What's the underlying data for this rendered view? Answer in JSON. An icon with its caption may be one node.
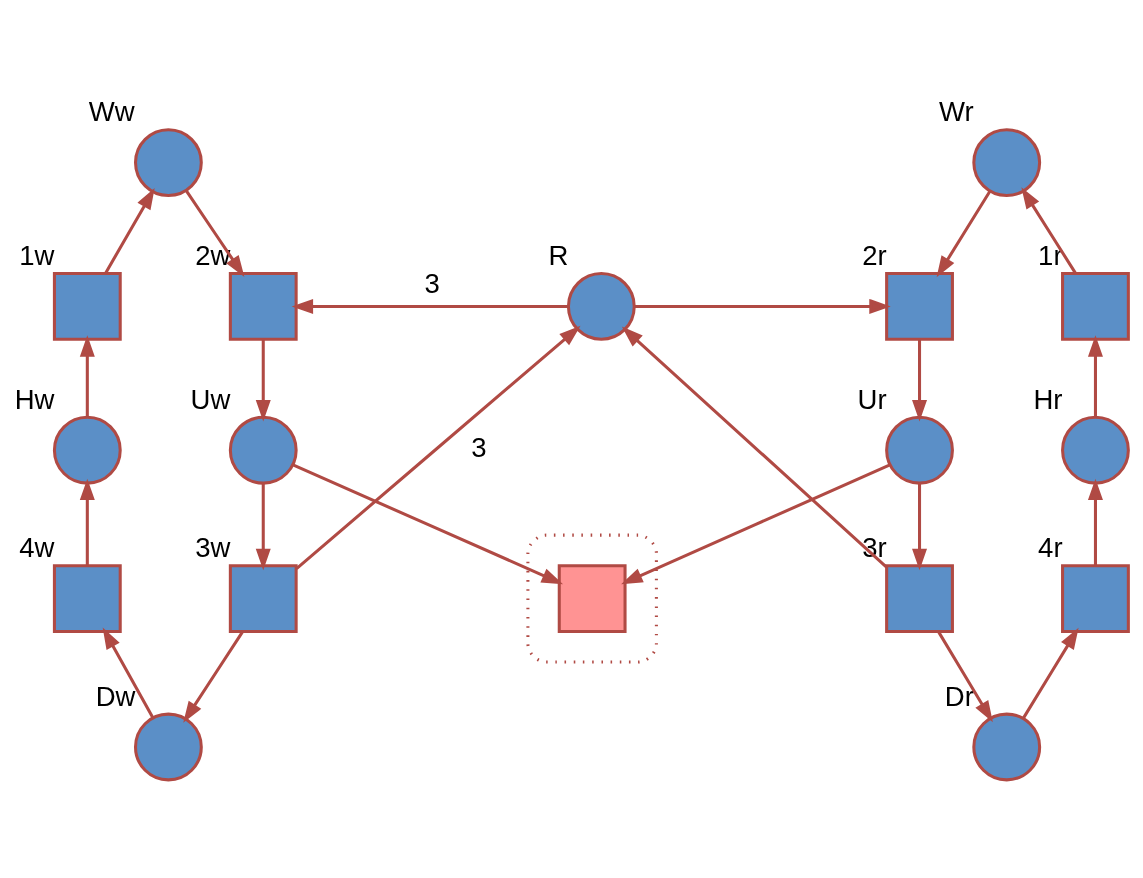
{
  "diagram": {
    "nodes": [
      {
        "text": [],
        "shape": "circle",
        "beside": [
          "Ww"
        ]
      },
      {
        "text": [],
        "shape": "circle",
        "beside": [
          "Wr"
        ]
      },
      {
        "text": [],
        "shape": "circle",
        "beside": [
          "R"
        ]
      },
      {
        "text": [],
        "shape": "box",
        "beside": [
          "1w"
        ]
      },
      {
        "text": [],
        "shape": "box",
        "beside": [
          "2w"
        ]
      },
      {
        "text": [],
        "shape": "box",
        "beside": [
          "2r"
        ]
      },
      {
        "text": [],
        "shape": "box",
        "beside": [
          "1r"
        ]
      },
      {
        "text": [],
        "shape": "circle",
        "beside": [
          "Hw"
        ]
      },
      {
        "text": [],
        "shape": "circle",
        "beside": [
          "Uw"
        ]
      },
      {
        "text": [],
        "shape": "circle",
        "beside": [
          "Ur"
        ]
      },
      {
        "text": [],
        "shape": "circle",
        "beside": [
          "Hr"
        ]
      },
      {
        "text": [],
        "shape": "box",
        "beside": [
          "4w"
        ]
      },
      {
        "text": [],
        "shape": "box",
        "beside": [
          "3w"
        ]
      },
      {
        "text": [],
        "shape": "ellipse"
      },
      {
        "text": [],
        "shape": "box",
        "in": 13
      },
      {
        "text": [],
        "shape": "box",
        "beside": [
          "3r"
        ]
      },
      {
        "text": [],
        "shape": "box",
        "beside": [
          "4r"
        ]
      },
      {
        "text": [],
        "shape": "circle",
        "beside": [
          "Dw"
        ]
      },
      {
        "text": [],
        "shape": "circle",
        "beside": [
          "Dr"
        ]
      }
    ],
    "edges": [
      {
        "from": 3,
        "to": 0,
        "arrow": "to"
      },
      {
        "from": 0,
        "to": 4,
        "arrow": "to"
      },
      {
        "from": 2,
        "to": 4,
        "arrow": "to",
        "label": "3"
      },
      {
        "from": 2,
        "to": 5,
        "arrow": "to"
      },
      {
        "from": 1,
        "to": 5,
        "arrow": "to"
      },
      {
        "from": 6,
        "to": 1,
        "arrow": "to"
      },
      {
        "from": 7,
        "to": 3,
        "arrow": "to"
      },
      {
        "from": 4,
        "to": 8,
        "arrow": "to"
      },
      {
        "from": 5,
        "to": 9,
        "arrow": "to"
      },
      {
        "from": 10,
        "to": 6,
        "arrow": "to"
      },
      {
        "from": 8,
        "to": 12,
        "arrow": "to"
      },
      {
        "from": 12,
        "to": 2,
        "arrow": "to",
        "label": "3"
      },
      {
        "from": 8,
        "to": 14,
        "arrow": "to"
      },
      {
        "from": 9,
        "to": 14,
        "arrow": "to"
      },
      {
        "from": 15,
        "to": 2,
        "arrow": "to"
      },
      {
        "from": 9,
        "to": 15,
        "arrow": "to"
      },
      {
        "from": 11,
        "to": 7,
        "arrow": "to"
      },
      {
        "from": 16,
        "to": 10,
        "arrow": "to"
      },
      {
        "from": 12,
        "to": 17,
        "arrow": "to"
      },
      {
        "from": 17,
        "to": 11,
        "arrow": "to"
      },
      {
        "from": 15,
        "to": 18,
        "arrow": "to"
      },
      {
        "from": 18,
        "to": 16,
        "arrow": "to"
      }
    ]
  }
}
